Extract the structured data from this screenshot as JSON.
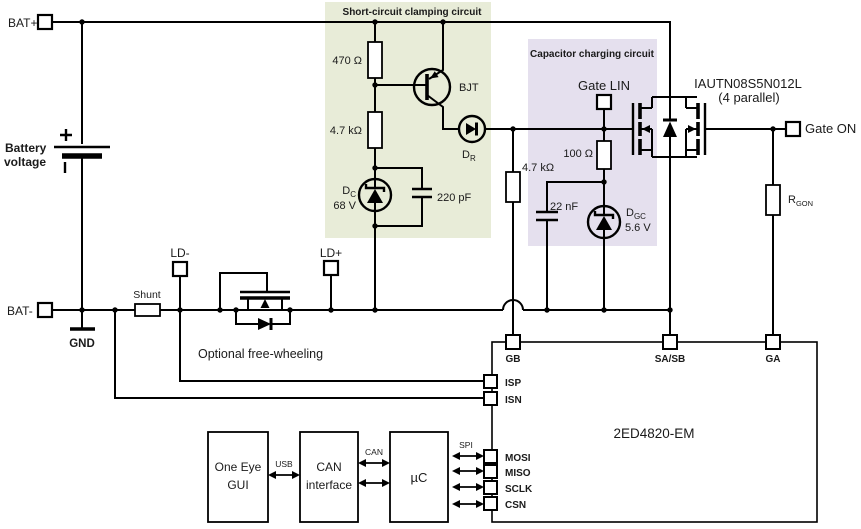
{
  "colors": {
    "clamp_box_fill": "#e8ecd8",
    "clamp_title": "#4a6e20",
    "charge_box_fill": "#e5e0ee",
    "charge_title": "#7030a0"
  },
  "boxes": {
    "clamp_title": "Short-circuit clamping circuit",
    "charge_title": "Capacitor charging circuit"
  },
  "terminals": {
    "bat_plus": "BAT+",
    "bat_minus": "BAT-",
    "gnd": "GND",
    "ld_minus": "LD-",
    "ld_plus": "LD+",
    "gate_lin": "Gate LIN",
    "gate_on": "Gate ON"
  },
  "labels": {
    "battery_line1": "Battery",
    "battery_line2": "voltage",
    "shunt": "Shunt",
    "freewheel": "Optional free-wheeling",
    "bjt": "BJT",
    "mosfet_part": "IAUTN08S5N012L",
    "mosfet_parallel": "(4 parallel)"
  },
  "components": {
    "r470": "470 Ω",
    "r4k7_clamp": "4.7 kΩ",
    "c220": "220 pF",
    "dc": {
      "main": "D",
      "sub": "C"
    },
    "dc_value": "68 V",
    "dr": {
      "main": "D",
      "sub": "R"
    },
    "r4k7_gate": "4.7 kΩ",
    "r100": "100 Ω",
    "c22": "22 nF",
    "dgc": {
      "main": "D",
      "sub": "GC"
    },
    "dgc_value": "5.6 V",
    "rgon": {
      "main": "R",
      "sub": "GON"
    }
  },
  "chip": {
    "name": "2ED4820-EM",
    "pins_top": [
      "GB",
      "SA/SB",
      "GA"
    ],
    "pins_left": [
      "ISP",
      "ISN"
    ],
    "pins_spi": [
      "MOSI",
      "MISO",
      "SCLK",
      "CSN"
    ]
  },
  "blocks": {
    "gui_line1": "One Eye",
    "gui_line2": "GUI",
    "can_line1": "CAN",
    "can_line2": "interface",
    "mcu": "µC"
  },
  "buses": {
    "usb": "USB",
    "can": "CAN",
    "spi": "SPI"
  }
}
